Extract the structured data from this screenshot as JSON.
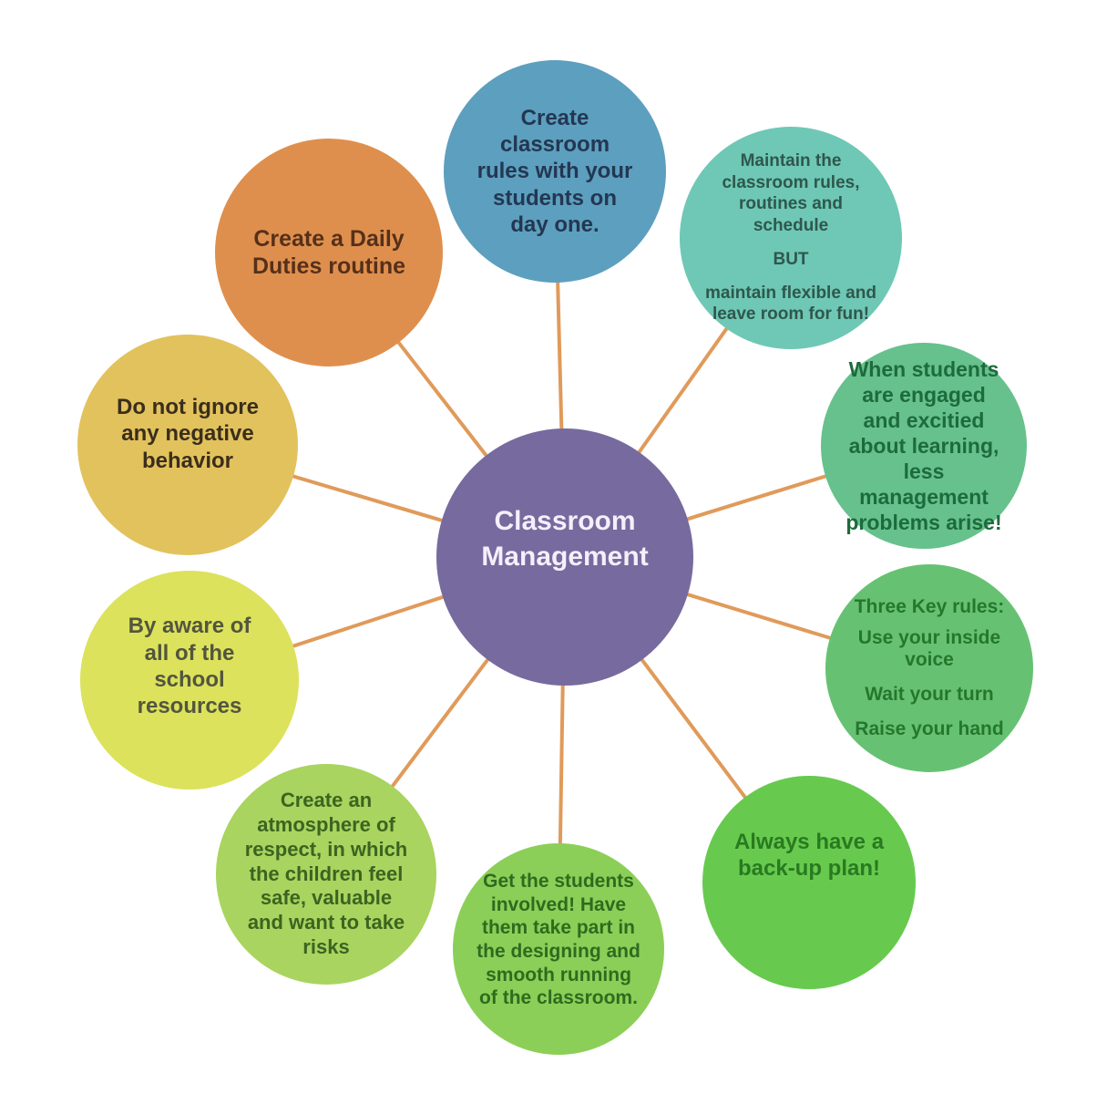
{
  "title": "Classroom Management mind map",
  "center": {
    "label": "Classroom Management",
    "color": "#776a9e",
    "text_color": "#f4effa"
  },
  "connector": {
    "color": "#e09a5a"
  },
  "nodes": [
    {
      "id": "create-classroom-rules",
      "color": "#5d9fbe",
      "text_color": "#233752",
      "paragraphs": [
        "Create classroom rules with your students on day one."
      ]
    },
    {
      "id": "maintain-rules-but-flexible",
      "color": "#6ec8b5",
      "text_color": "#2f574d",
      "paragraphs": [
        "Maintain the classroom rules, routines and schedule",
        "BUT",
        "maintain flexible and leave room for fun!"
      ]
    },
    {
      "id": "students-engaged",
      "color": "#67c18c",
      "text_color": "#1d6b3c",
      "paragraphs": [
        "When students are engaged and excitied about learning, less management problems arise!"
      ]
    },
    {
      "id": "three-key-rules",
      "color": "#66c272",
      "text_color": "#25772e",
      "paragraphs": [
        "Three Key rules:",
        "Use your inside voice",
        "Wait your turn",
        "Raise your hand"
      ]
    },
    {
      "id": "backup-plan",
      "color": "#67ca4e",
      "text_color": "#297a20",
      "paragraphs": [
        "Always have a back-up plan!"
      ]
    },
    {
      "id": "students-involved",
      "color": "#8ccf58",
      "text_color": "#2f6b1e",
      "paragraphs": [
        "Get the students involved! Have them take part in the designing and smooth running of the classroom."
      ]
    },
    {
      "id": "atmosphere-of-respect",
      "color": "#a9d45f",
      "text_color": "#3c6420",
      "paragraphs": [
        "Create an atmosphere of respect, in which the children feel safe, valuable and want to take risks"
      ]
    },
    {
      "id": "school-resources",
      "color": "#dce25b",
      "text_color": "#53553f",
      "paragraphs": [
        "By aware of all of the school resources"
      ]
    },
    {
      "id": "negative-behavior",
      "color": "#e2c25d",
      "text_color": "#3a2e1b",
      "paragraphs": [
        "Do not ignore any negative behavior"
      ]
    },
    {
      "id": "daily-duties",
      "color": "#df8f4d",
      "text_color": "#55301a",
      "paragraphs": [
        "Create a Daily Duties routine"
      ]
    }
  ]
}
